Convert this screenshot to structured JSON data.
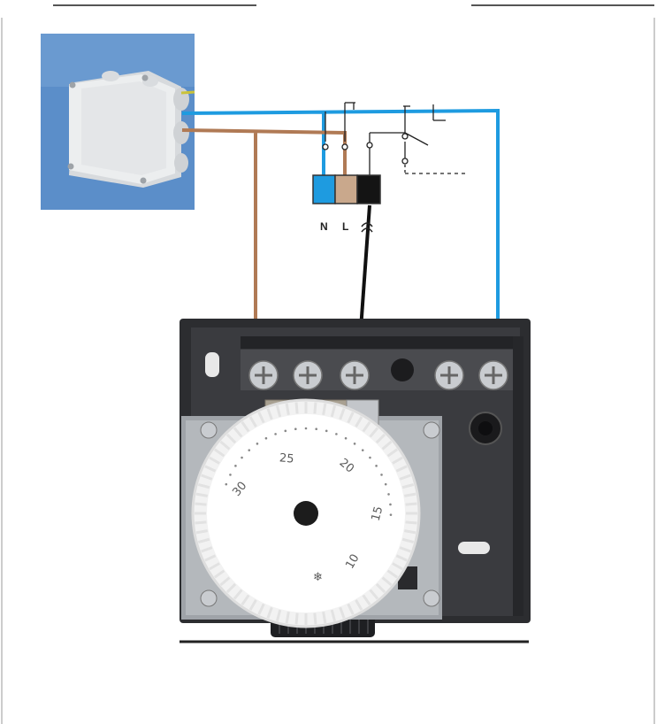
{
  "terminal_block": {
    "neutral_label": "N",
    "live_label": "L",
    "switched_symbol": "switched-live-symbol"
  },
  "dial": {
    "marks": [
      "10",
      "15",
      "20",
      "25",
      "30"
    ],
    "frost_symbol": "❄"
  },
  "colors": {
    "neutral_wire": "#1e9be0",
    "live_wire": "#b07a55",
    "switched_wire": "#111111",
    "link_wire": "#d81e1e",
    "junction_box_bg": "#5b8ec9",
    "thermostat_body": "#2c2d30"
  }
}
